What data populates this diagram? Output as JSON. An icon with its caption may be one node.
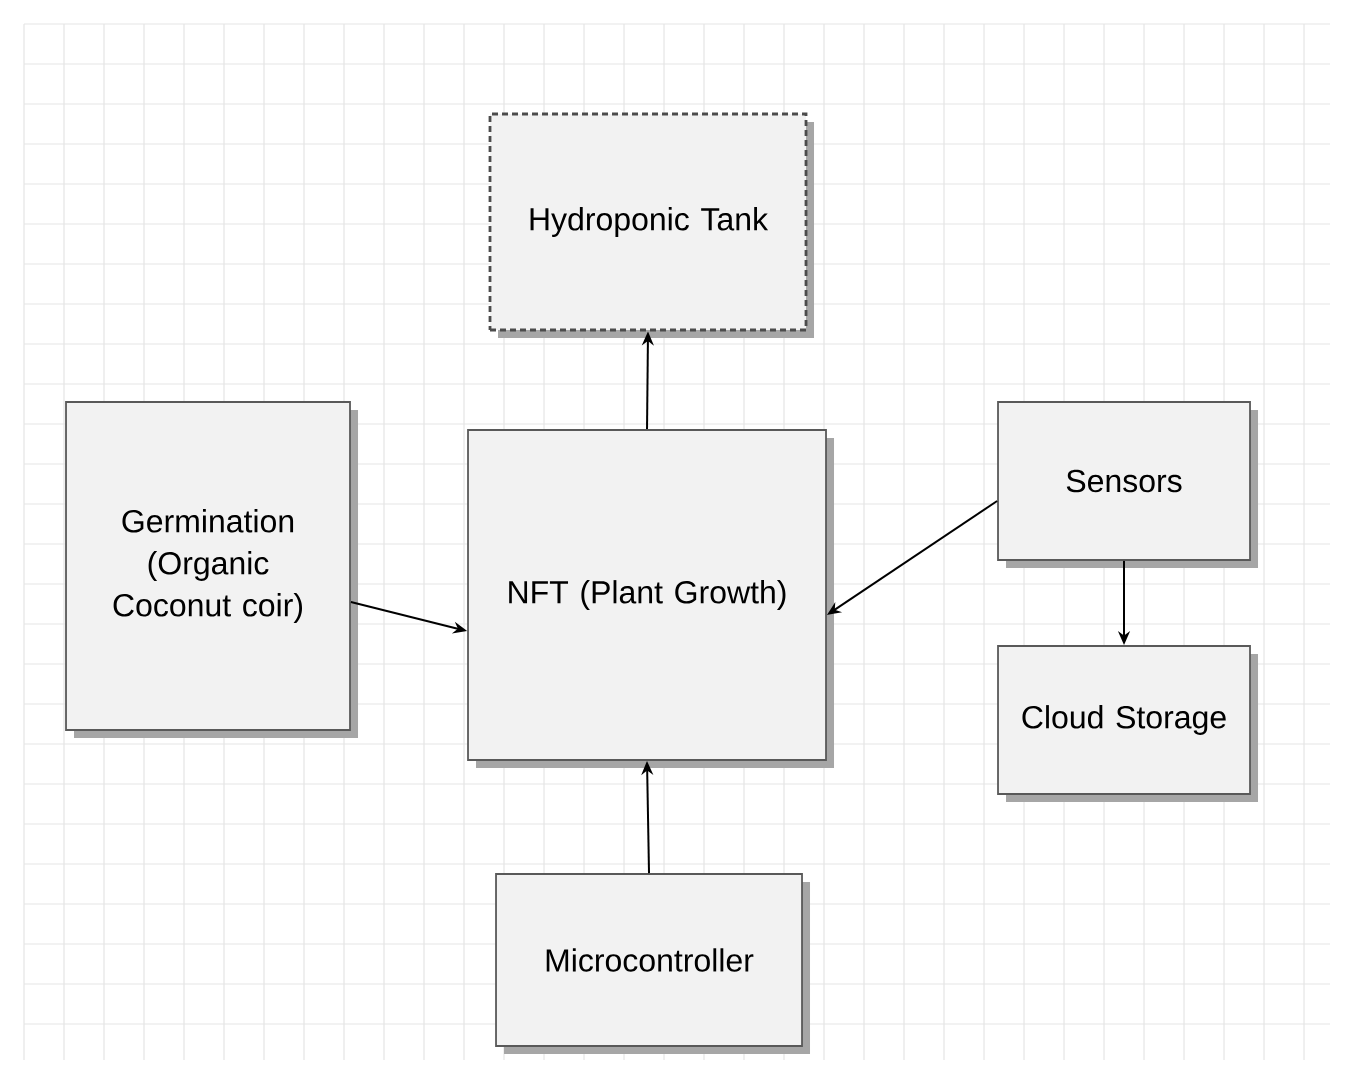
{
  "diagram": {
    "nodes": [
      {
        "text": [
          "Hydroponic Tank"
        ]
      },
      {
        "text": [
          "Germination (Organic Coconut coir)"
        ]
      },
      {
        "text": [
          "NFT (Plant Growth)"
        ]
      },
      {
        "text": [
          "Sensors"
        ]
      },
      {
        "text": [
          "Cloud Storage"
        ]
      },
      {
        "text": [
          "Microcontroller"
        ]
      }
    ],
    "edges": [
      {
        "from": 2,
        "to": 0,
        "arrow": "to"
      },
      {
        "from": 1,
        "to": 2,
        "arrow": "to"
      },
      {
        "from": 3,
        "to": 2,
        "arrow": "to"
      },
      {
        "from": 3,
        "to": 4,
        "arrow": "to"
      },
      {
        "from": 5,
        "to": 2,
        "arrow": "to"
      }
    ]
  }
}
